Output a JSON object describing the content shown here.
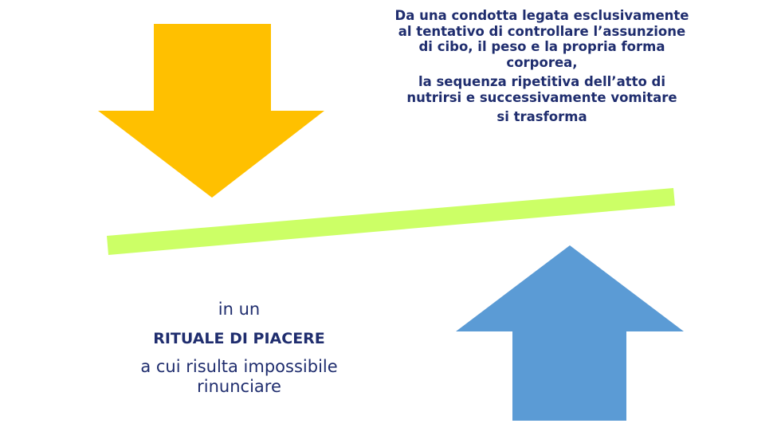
{
  "top_text": {
    "paragraph_1": "Da una condotta legata esclusivamente al tentativo di controllare l’assunzione di cibo, il peso e la propria forma corporea,",
    "paragraph_2": "la sequenza ripetitiva dell’atto di nutrirsi e successivamente vomitare",
    "paragraph_3": "si trasforma"
  },
  "bottom_text": {
    "line_1": "in un",
    "line_2": "RITUALE DI PIACERE",
    "line_3": "a cui risulta impossibile rinunciare"
  },
  "colors": {
    "text": "#1f2d6e",
    "arrow_down": "#ffc000",
    "arrow_up": "#5b9bd5",
    "balance_bar": "#ccff66"
  },
  "icons": {
    "arrow_down": "down-arrow-icon",
    "arrow_up": "up-arrow-icon"
  }
}
